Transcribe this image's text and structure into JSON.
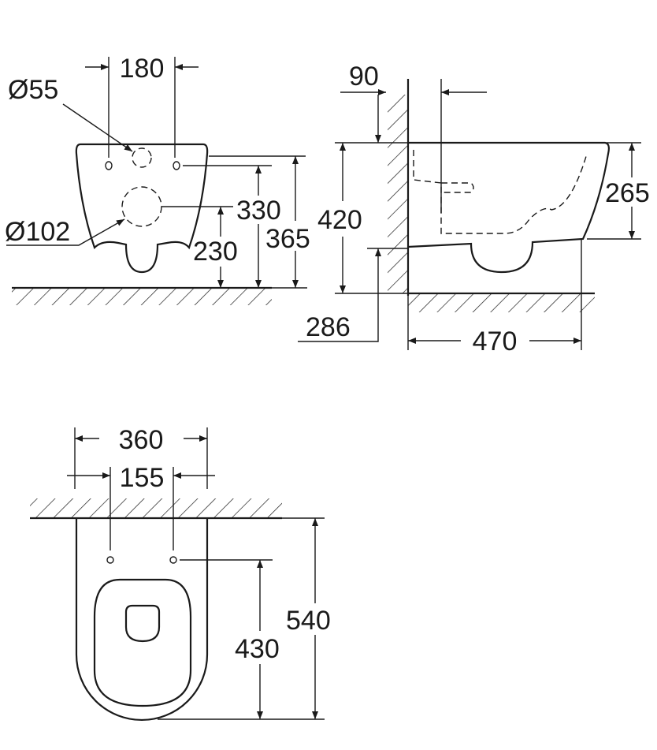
{
  "front_view": {
    "width_between_holes": "180",
    "inlet_diameter": "Ø55",
    "outlet_diameter": "Ø102",
    "fixing_height": "330",
    "outlet_height": "230",
    "total_height": "365"
  },
  "side_view": {
    "wall_offset": "90",
    "rim_height": "420",
    "bowl_height": "265",
    "bottom_height": "286",
    "projection": "470"
  },
  "top_view": {
    "bowl_width": "360",
    "fixing_spacing": "155",
    "bowl_length": "540",
    "fixing_to_front": "430"
  },
  "colors": {
    "line": "#1a1a1a",
    "background": "#ffffff"
  }
}
